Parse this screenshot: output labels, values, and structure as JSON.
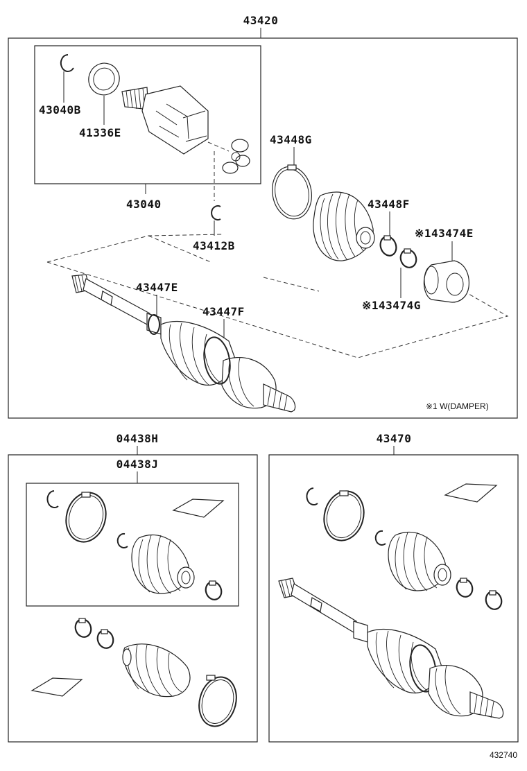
{
  "labels": {
    "top_assembly": "43420",
    "snap_ring_b": "43040B",
    "oil_seal": "41336E",
    "inboard_joint": "43040",
    "snap_ring_inner": "43412B",
    "clamp_g": "43448G",
    "clamp_f": "43448F",
    "damper_e": "※143474E",
    "damper_g": "※143474G",
    "clamp_e2": "43447E",
    "clamp_f2": "43447F",
    "damper_note": "※1 W(DAMPER)",
    "boot_kit_h": "04438H",
    "boot_kit_j": "04438J",
    "shaft_assembly": "43470",
    "diagram_code": "432740"
  }
}
